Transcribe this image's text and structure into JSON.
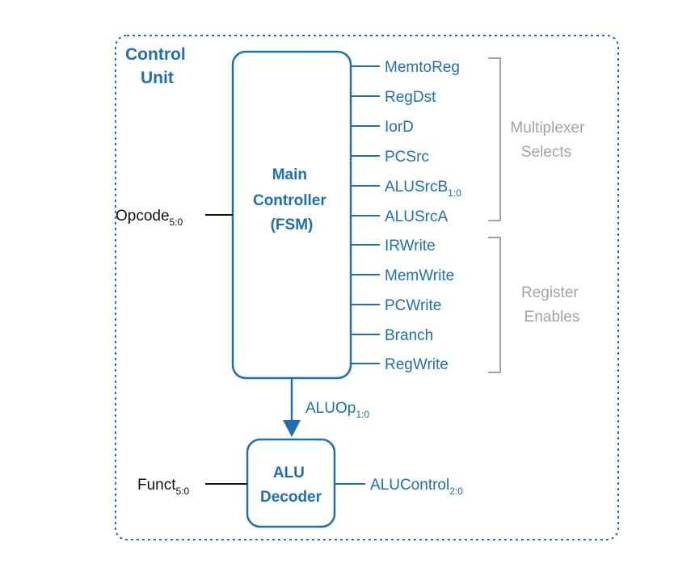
{
  "unit_title": [
    "Control",
    "Unit"
  ],
  "main_controller": {
    "label_lines": [
      "Main",
      "Controller",
      "(FSM)"
    ]
  },
  "alu_decoder": {
    "label_lines": [
      "ALU",
      "Decoder"
    ]
  },
  "inputs": {
    "opcode": {
      "name": "Opcode",
      "sub": "5:0"
    },
    "funct": {
      "name": "Funct",
      "sub": "5:0"
    }
  },
  "aluop": {
    "name": "ALUOp",
    "sub": "1:0"
  },
  "alucontrol": {
    "name": "ALUControl",
    "sub": "2:0"
  },
  "signals": {
    "memtoreg": {
      "name": "MemtoReg",
      "sub": ""
    },
    "regdst": {
      "name": "RegDst",
      "sub": ""
    },
    "iord": {
      "name": "IorD",
      "sub": ""
    },
    "pcsrc": {
      "name": "PCSrc",
      "sub": ""
    },
    "alusrcb": {
      "name": "ALUSrcB",
      "sub": "1:0"
    },
    "alusrca": {
      "name": "ALUSrcA",
      "sub": ""
    },
    "irwrite": {
      "name": "IRWrite",
      "sub": ""
    },
    "memwrite": {
      "name": "MemWrite",
      "sub": ""
    },
    "pcwrite": {
      "name": "PCWrite",
      "sub": ""
    },
    "branch": {
      "name": "Branch",
      "sub": ""
    },
    "regwrite": {
      "name": "RegWrite",
      "sub": ""
    }
  },
  "groups": {
    "mux_selects": [
      "Multiplexer",
      "Selects"
    ],
    "register_enables": [
      "Register",
      "Enables"
    ]
  },
  "colors": {
    "accent": "#1f6fb2",
    "bracket": "#a3a3a3",
    "text": "#111111"
  }
}
